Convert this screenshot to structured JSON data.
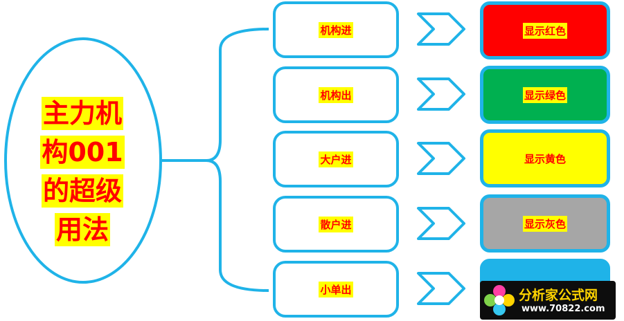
{
  "main_topic": {
    "lines": [
      "主力机",
      "构001",
      "的超级",
      "用法"
    ]
  },
  "signals": [
    {
      "label": "机构进"
    },
    {
      "label": "机构出"
    },
    {
      "label": "大户进"
    },
    {
      "label": "散户进"
    },
    {
      "label": "小单出"
    }
  ],
  "results": [
    {
      "label": "显示红色",
      "color": "#ff0000"
    },
    {
      "label": "显示绿色",
      "color": "#00b050"
    },
    {
      "label": "显示黄色",
      "color": "#ffff00"
    },
    {
      "label": "显示灰色",
      "color": "#a6a6a6"
    },
    {
      "label": "",
      "color": "#1fb3e8"
    }
  ],
  "logo": {
    "name": "分析家公式网",
    "url": "www.70822.com"
  },
  "colors": {
    "accent": "#1fb3e8",
    "highlight": "#ffff00",
    "text": "#ff0000"
  }
}
